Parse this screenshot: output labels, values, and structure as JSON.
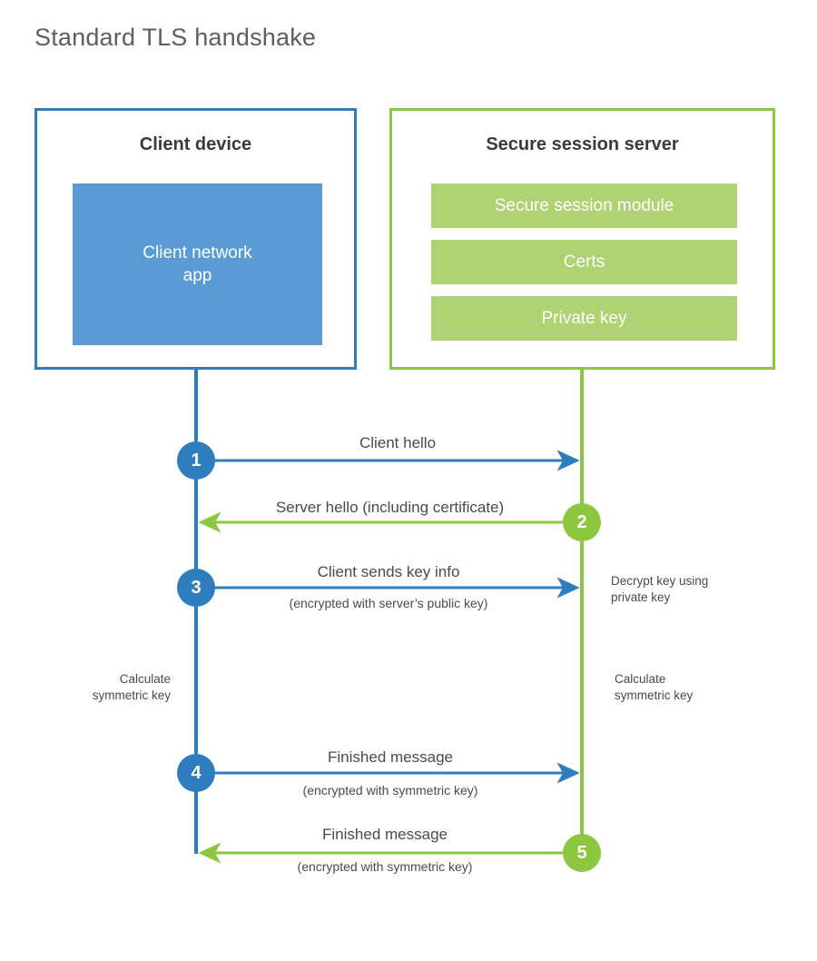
{
  "title": "Standard TLS handshake",
  "colors": {
    "client_border": "#2E7EBF",
    "client_fill": "#5B9BD5",
    "server_border": "#8DC63F",
    "server_fill": "#AFD373",
    "title_text": "#5E5E5E",
    "body_text": "#4A4A4A",
    "heading_text": "#3A3A3C"
  },
  "client": {
    "title": "Client device",
    "app_label": "Client network\napp"
  },
  "server": {
    "title": "Secure session server",
    "blocks": [
      {
        "label": "Secure session module"
      },
      {
        "label": "Certs"
      },
      {
        "label": "Private key"
      }
    ]
  },
  "steps": [
    {
      "number": "1",
      "label": "Client hello",
      "sublabel": "",
      "direction": "client-to-server",
      "color": "blue"
    },
    {
      "number": "2",
      "label": "Server hello (including certificate)",
      "sublabel": "",
      "direction": "server-to-client",
      "color": "green"
    },
    {
      "number": "3",
      "label": "Client sends key info",
      "sublabel": "(encrypted with server’s public key)",
      "direction": "client-to-server",
      "color": "blue"
    },
    {
      "number": "4",
      "label": "Finished message",
      "sublabel": "(encrypted with symmetric key)",
      "direction": "client-to-server",
      "color": "blue"
    },
    {
      "number": "5",
      "label": "Finished message",
      "sublabel": "(encrypted with symmetric key)",
      "direction": "server-to-client",
      "color": "green"
    }
  ],
  "notes": {
    "server_decrypt": "Decrypt key using\nprivate key",
    "client_calculate": "Calculate\nsymmetric key",
    "server_calculate": "Calculate\nsymmetric key"
  }
}
